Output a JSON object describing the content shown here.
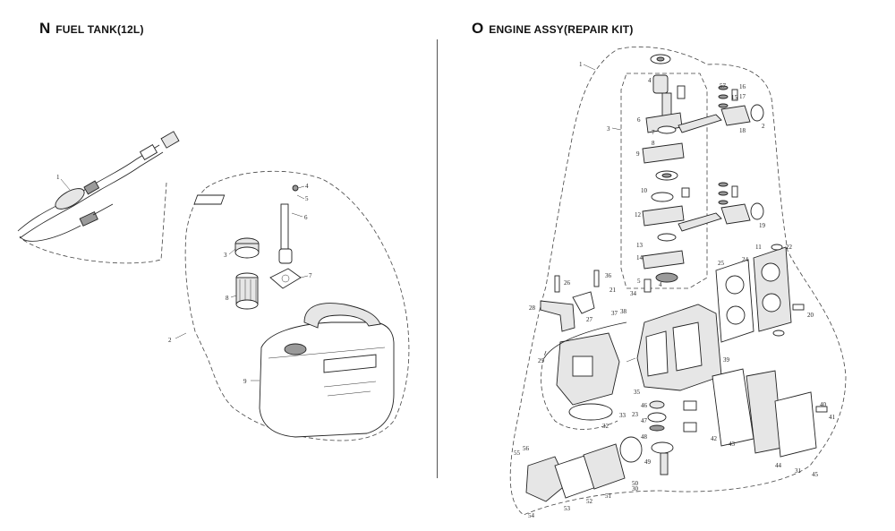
{
  "sections": {
    "n": {
      "letter": "N",
      "title": "FUEL TANK(12L)"
    },
    "o": {
      "letter": "O",
      "title": "ENGINE ASSY(REPAIR KIT)"
    }
  },
  "fuel_tank_callouts": [
    "1",
    "2",
    "3",
    "4",
    "5",
    "6",
    "7",
    "8",
    "9"
  ],
  "engine_callouts": [
    "1",
    "3",
    "4",
    "4",
    "6",
    "7",
    "8",
    "9",
    "11",
    "12",
    "13",
    "14",
    "15",
    "16",
    "17",
    "18",
    "19",
    "2",
    "5",
    "10",
    "20",
    "21",
    "22",
    "23",
    "24",
    "25",
    "26",
    "27",
    "28",
    "29",
    "30",
    "31",
    "32",
    "33",
    "34",
    "35",
    "36",
    "37",
    "38",
    "39",
    "40",
    "41",
    "42",
    "43",
    "44",
    "45",
    "46",
    "47",
    "48",
    "49",
    "50",
    "51",
    "52",
    "53",
    "54",
    "55",
    "56",
    "57"
  ]
}
